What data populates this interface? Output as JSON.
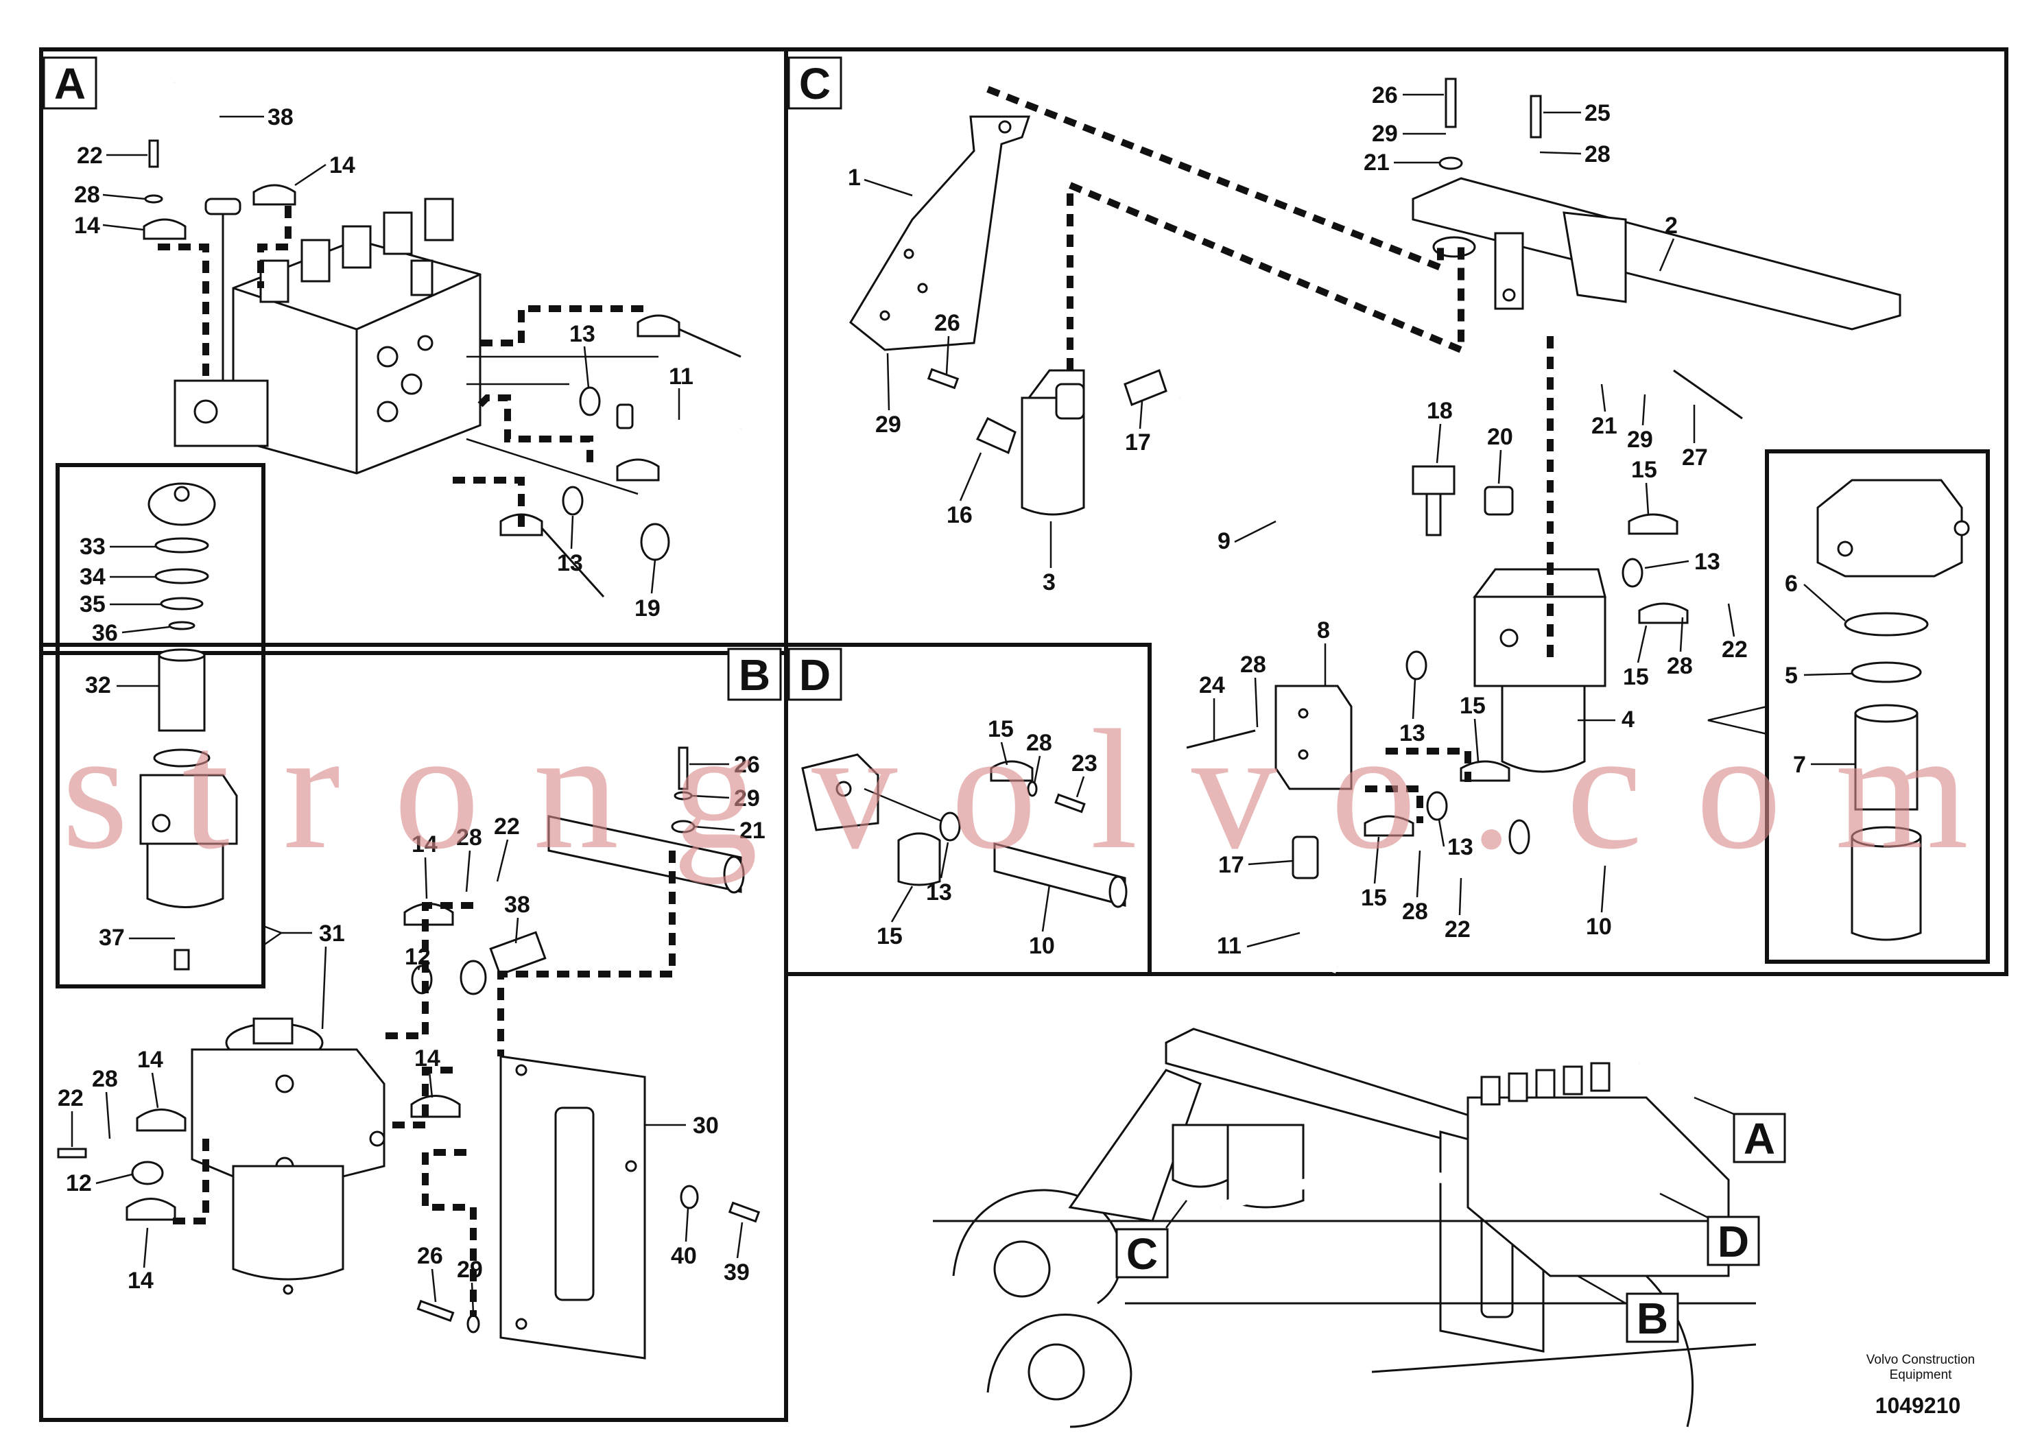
{
  "diagram": {
    "sections": {
      "a": "A",
      "b": "B",
      "c": "C",
      "d": "D"
    },
    "callouts": {
      "a": "A",
      "b": "B",
      "c": "C",
      "d": "D"
    },
    "labels_a": {
      "n38": "38",
      "n22": "22",
      "n14a": "14",
      "n28": "28",
      "n14b": "14",
      "n13a": "13",
      "n11": "11",
      "n13b": "13",
      "n19": "19",
      "n33": "33",
      "n34": "34",
      "n35": "35",
      "n36": "36",
      "n32": "32",
      "n37": "37",
      "n31": "31"
    },
    "labels_b": {
      "n26": "26",
      "n29": "29",
      "n21": "21",
      "n14a": "14",
      "n28a": "28",
      "n22a": "22",
      "n38": "38",
      "n12a": "12",
      "n14b": "14",
      "n22b": "22",
      "n28b": "28",
      "n14c": "14",
      "n12b": "12",
      "n14d": "14",
      "n30": "30",
      "n40": "40",
      "n39": "39",
      "n26b": "26",
      "n29b": "29"
    },
    "labels_c": {
      "n1": "1",
      "n26a": "26",
      "n29a": "29",
      "n21a": "21",
      "n25": "25",
      "n28a": "28",
      "n2": "2",
      "n26b": "26",
      "n29b": "29",
      "n16": "16",
      "n17a": "17",
      "n3": "3",
      "n18": "18",
      "n20": "20",
      "n9": "9",
      "n21b": "21",
      "n29c": "29",
      "n27": "27",
      "n15a": "15",
      "n13a": "13",
      "n22a": "22",
      "n28b": "28",
      "n15b": "15",
      "n8": "8",
      "n4": "4",
      "n24": "24",
      "n28c": "28",
      "n13b": "13",
      "n15c": "15",
      "n17b": "17",
      "n13c": "13",
      "n15d": "15",
      "n28d": "28",
      "n22b": "22",
      "n10": "10",
      "n11": "11",
      "n6": "6",
      "n5": "5",
      "n7": "7"
    },
    "labels_d": {
      "n15a": "15",
      "n28": "28",
      "n23": "23",
      "n13": "13",
      "n15b": "15",
      "n10": "10"
    },
    "watermark": "strongvolvo.com",
    "footer": {
      "line1": "Volvo Construction",
      "line2": "Equipment",
      "doc_number": "1049210"
    }
  }
}
